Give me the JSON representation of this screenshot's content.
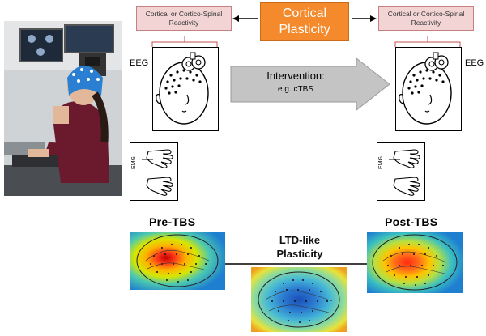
{
  "center": {
    "title_line1": "Cortical",
    "title_line2": "Plasticity"
  },
  "reactivity": {
    "left_line1": "Cortical or Cortico-Spinal",
    "left_line2": "Reactivity",
    "right_line1": "Cortical or Cortico-Spinal",
    "right_line2": "Reactivity"
  },
  "labels": {
    "eeg_left": "EEG",
    "eeg_right": "EEG",
    "emg": "EMG",
    "pre": "Pre-TBS",
    "post": "Post-TBS",
    "ltd_line1": "LTD-like",
    "ltd_line2": "Plasticity"
  },
  "intervention": {
    "title": "Intervention:",
    "example": "e.g. cTBS"
  },
  "colors": {
    "orange": "#f48a2c",
    "reactivity_fill": "#f2d4d4",
    "arrow_gray": "#bfbfbf"
  }
}
